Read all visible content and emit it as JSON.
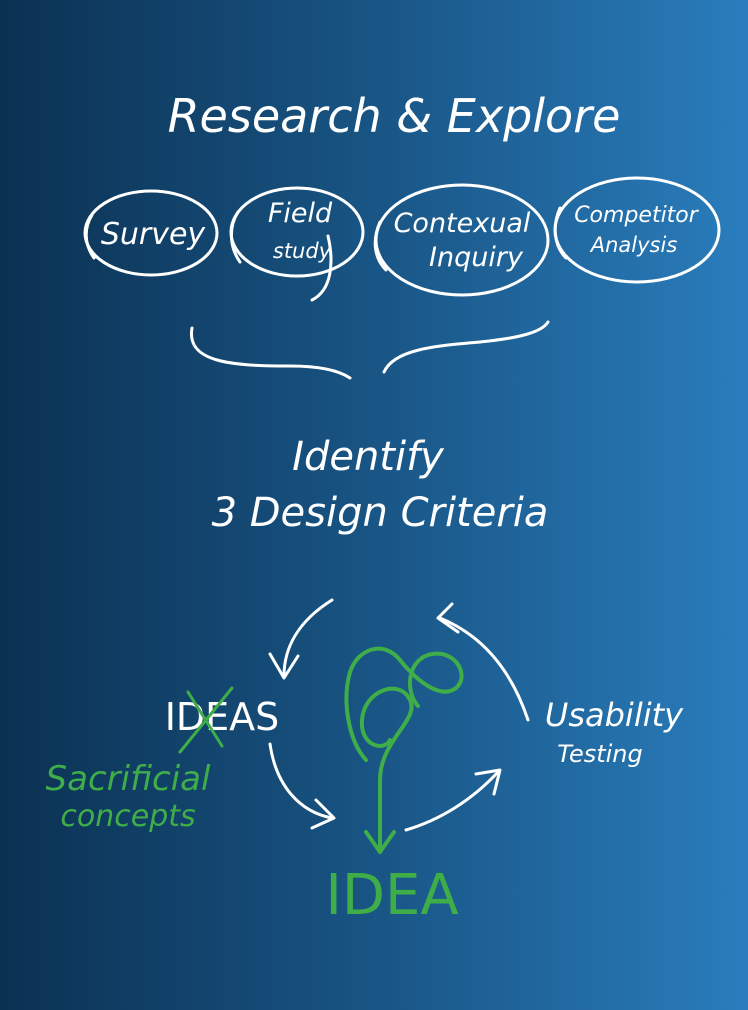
{
  "colors": {
    "background_dark": "#0b3152",
    "background_light": "#2a7dbd",
    "ink_white": "#ffffff",
    "ink_green": "#3fae49"
  },
  "title": "Research & Explore",
  "methods": [
    {
      "line1": "Survey",
      "line2": ""
    },
    {
      "line1": "Field",
      "line2": "study"
    },
    {
      "line1": "Contexual",
      "line2": "Inquiry"
    },
    {
      "line1": "Competitor",
      "line2": "Analysis"
    }
  ],
  "criteria": {
    "line1": "Identify",
    "line2": "3 Design Criteria"
  },
  "cycle": {
    "ideas_label": "IDEAS",
    "sacrificial_line1": "Sacrificial",
    "sacrificial_line2": "concepts",
    "usability_line1": "Usability",
    "usability_line2": "Testing",
    "idea_label": "IDEA"
  }
}
